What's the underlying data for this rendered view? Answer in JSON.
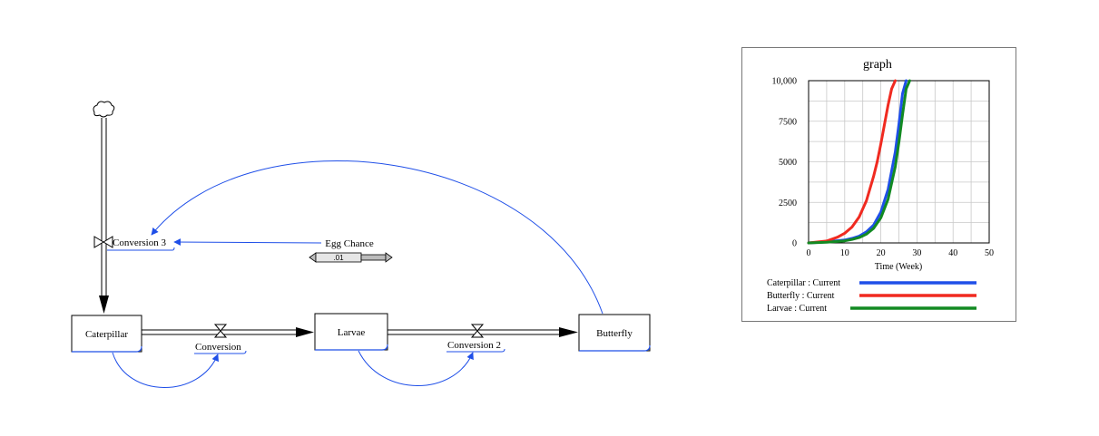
{
  "model": {
    "stocks": {
      "caterpillar": "Caterpillar",
      "larvae": "Larvae",
      "butterfly": "Butterfly"
    },
    "flows": {
      "conversion": "Conversion",
      "conversion2": "Conversion 2",
      "conversion3": "Conversion 3"
    },
    "variable": {
      "egg_chance": "Egg Chance",
      "slider_value": ".01"
    }
  },
  "chart_data": {
    "type": "line",
    "title": "graph",
    "xlabel": "Time (Week)",
    "ylabel": "",
    "xlim": [
      0,
      50
    ],
    "ylim": [
      0,
      10000
    ],
    "x_ticks": [
      "0",
      "10",
      "20",
      "30",
      "40",
      "50"
    ],
    "y_ticks": [
      "0",
      "2500",
      "5000",
      "7500",
      "10,000"
    ],
    "grid": true,
    "legend_position": "bottom",
    "series": [
      {
        "name": "Caterpillar : Current",
        "color": "#1f4fe8",
        "x": [
          0,
          5,
          10,
          12,
          14,
          16,
          18,
          20,
          22,
          24,
          25,
          26,
          27
        ],
        "y": [
          0,
          60,
          180,
          280,
          420,
          680,
          1100,
          1900,
          3300,
          5600,
          7300,
          9200,
          10000
        ]
      },
      {
        "name": "Butterfly : Current",
        "color": "#f02a20",
        "x": [
          0,
          5,
          8,
          10,
          12,
          14,
          16,
          18,
          19,
          20,
          21,
          22,
          23,
          24
        ],
        "y": [
          0,
          120,
          350,
          600,
          980,
          1600,
          2600,
          4100,
          5000,
          6100,
          7300,
          8500,
          9500,
          10000
        ]
      },
      {
        "name": "Larvae : Current",
        "color": "#128a22",
        "x": [
          0,
          5,
          10,
          12,
          14,
          16,
          18,
          20,
          22,
          24,
          25,
          26,
          27,
          28
        ],
        "y": [
          0,
          40,
          130,
          210,
          330,
          540,
          900,
          1550,
          2700,
          4700,
          6200,
          7900,
          9500,
          10000
        ]
      }
    ]
  }
}
